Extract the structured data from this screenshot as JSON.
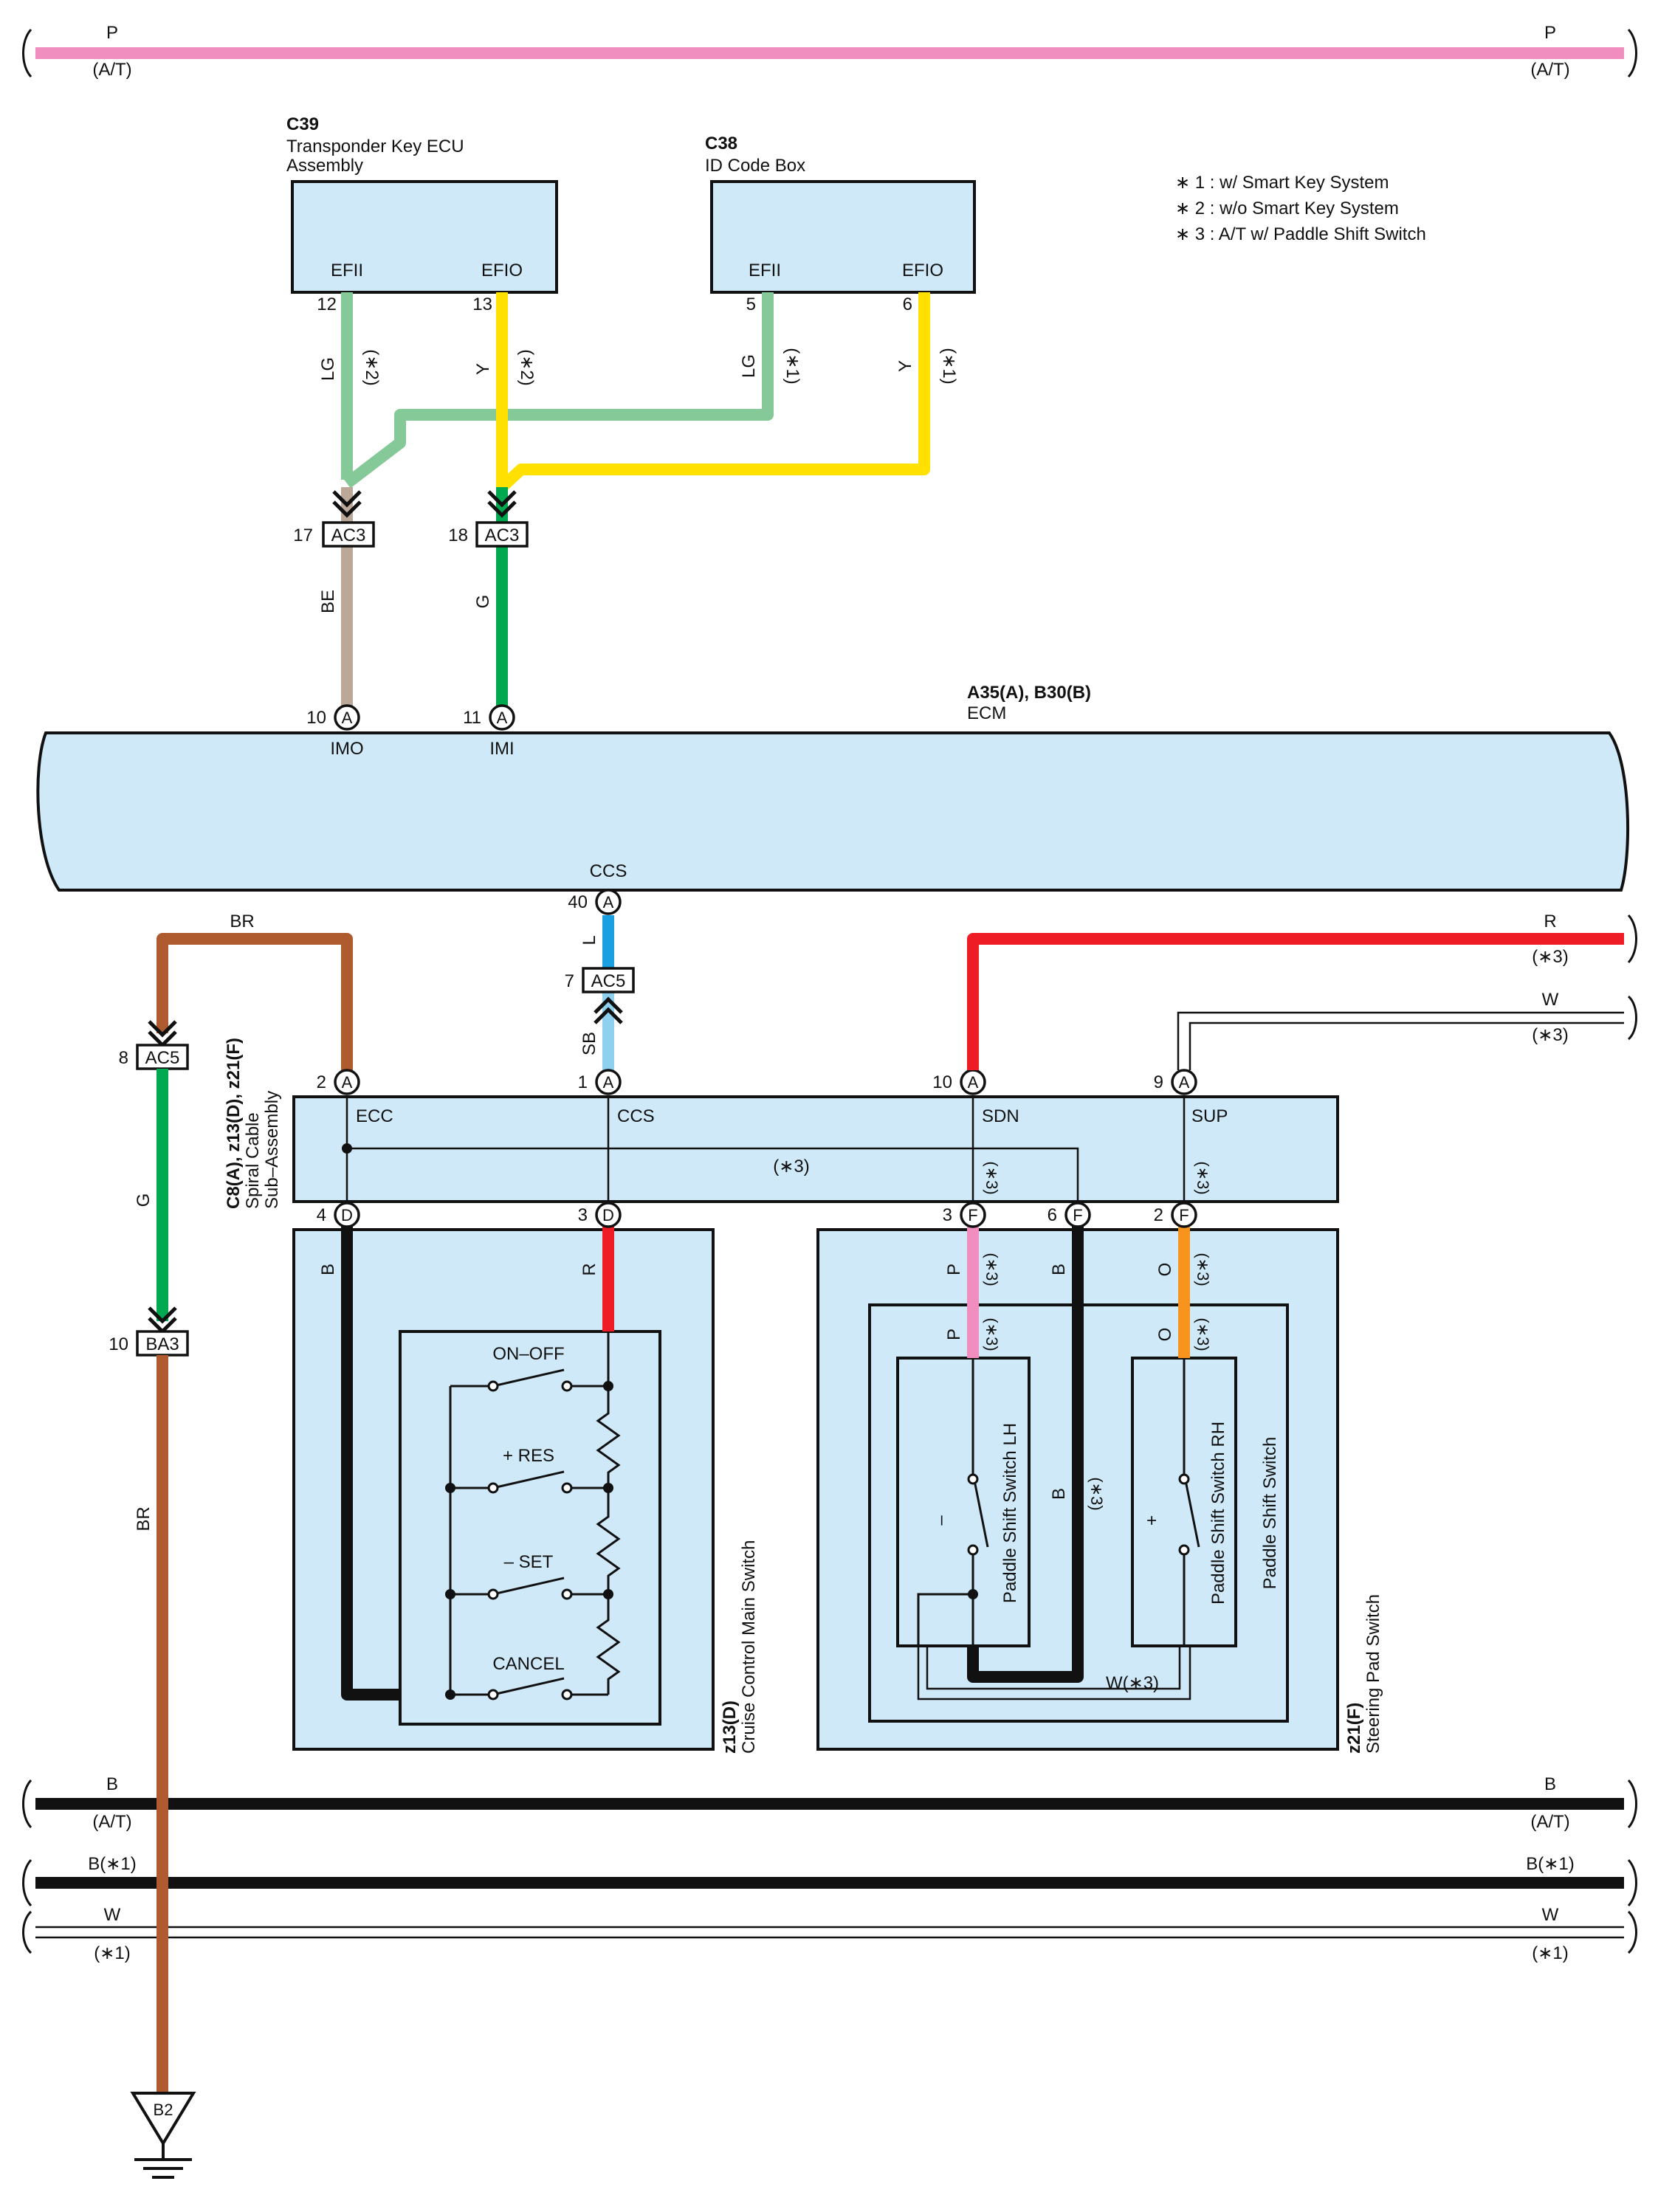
{
  "colors": {
    "pink": "#f08fbf",
    "lightgreen": "#86c998",
    "yellow": "#ffe000",
    "beige": "#bba898",
    "green": "#00a850",
    "blue": "#1aa0e0",
    "lightblue": "#8fd0ef",
    "brown": "#b05a30",
    "red": "#ee1c25",
    "orange": "#f7941d",
    "black": "#111111",
    "box": "#cfe9f8"
  },
  "notes": [
    "∗ 1 : w/ Smart Key System",
    "∗ 2 : w/o Smart Key System",
    "∗ 3 : A/T w/ Paddle Shift Switch"
  ],
  "buses": {
    "top_p": {
      "label": "P",
      "sub": "(A/T)"
    },
    "b_at": {
      "label": "B",
      "sub": "(A/T)"
    },
    "b_1": {
      "label": "B(∗1)"
    },
    "w_1": {
      "label": "W",
      "sub": "(∗1)"
    }
  },
  "c39": {
    "code": "C39",
    "name_line1": "Transponder Key ECU",
    "name_line2": "Assembly",
    "t1": "EFII",
    "t2": "EFIO",
    "p1": "12",
    "p2": "13"
  },
  "c38": {
    "code": "C38",
    "name": "ID Code Box",
    "t1": "EFII",
    "t2": "EFIO",
    "p1": "5",
    "p2": "6"
  },
  "wires": {
    "c39_lg": "LG",
    "c39_lg_note": "(∗2)",
    "c39_y": "Y",
    "c39_y_note": "(∗2)",
    "c38_lg": "LG",
    "c38_lg_note": "(∗1)",
    "c38_y": "Y",
    "c38_y_note": "(∗1)",
    "be": "BE",
    "g": "G",
    "l": "L",
    "sb": "SB",
    "br_top": "BR",
    "g_left": "G",
    "br_left": "BR",
    "r_top": "R",
    "r_note": "(∗3)",
    "w_top": "W",
    "w_note": "(∗3)",
    "b_cc": "B",
    "r_cc": "R",
    "p1": "P",
    "p1_note": "(∗3)",
    "b_sp": "B",
    "o1": "O",
    "o1_note": "(∗3)",
    "p2": "P",
    "p2_note": "(∗3)",
    "o2": "O",
    "o2_note": "(∗3)",
    "b_inner": "B",
    "b_inner_note": "(∗3)",
    "w_bottom": "W(∗3)"
  },
  "ac3": {
    "name": "AC3",
    "pin_a": "17",
    "pin_b": "18"
  },
  "ecm": {
    "code": "A35(A), B30(B)",
    "name": "ECM",
    "pin_imo": "10",
    "pin_imi": "11",
    "imo": "IMO",
    "imi": "IMI",
    "pin_ccs": "40",
    "ccs": "CCS",
    "letter": "A"
  },
  "ac5_top": {
    "name": "AC5",
    "pin": "7"
  },
  "ac5_left": {
    "name": "AC5",
    "pin": "8"
  },
  "ba3": {
    "name": "BA3",
    "pin": "10"
  },
  "ground": {
    "name": "B2"
  },
  "spiral": {
    "code": "C8(A), z13(D), z21(F)",
    "name_line1": "Spiral Cable",
    "name_line2": "Sub–Assembly",
    "ecc": "ECC",
    "ccs": "CCS",
    "sdn": "SDN",
    "sup": "SUP",
    "note_mid": "(∗3)",
    "note_sdn": "(∗3)",
    "note_sup": "(∗3)",
    "top_pins": [
      "2",
      "1",
      "10",
      "9"
    ],
    "top_letter": "A",
    "bot_pins_d": [
      "4",
      "3"
    ],
    "letter_d": "D",
    "bot_pins_f": [
      "3",
      "6",
      "2"
    ],
    "letter_f": "F"
  },
  "cruise": {
    "code": "z13(D)",
    "name": "Cruise Control Main Switch",
    "sw1": "ON–OFF",
    "sw2": "+ RES",
    "sw3": "– SET",
    "sw4": "CANCEL"
  },
  "steering": {
    "code": "z21(F)",
    "name": "Steering Pad Switch",
    "inner": "Paddle Shift Switch",
    "lh": "Paddle Shift Switch LH",
    "rh": "Paddle Shift Switch RH",
    "minus": "–",
    "plus": "+"
  }
}
